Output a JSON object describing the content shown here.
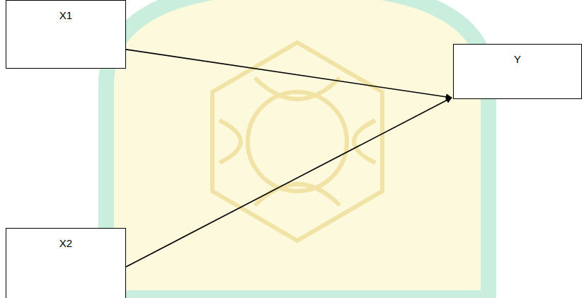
{
  "diagram": {
    "nodes": [
      {
        "text": [
          "X1"
        ]
      },
      {
        "text": [
          "Y"
        ]
      },
      {
        "text": [
          "X2"
        ]
      }
    ],
    "edges": [
      {
        "from": 0,
        "to": 1,
        "arrow": "to"
      },
      {
        "from": 2,
        "to": 1,
        "arrow": "to"
      }
    ]
  }
}
